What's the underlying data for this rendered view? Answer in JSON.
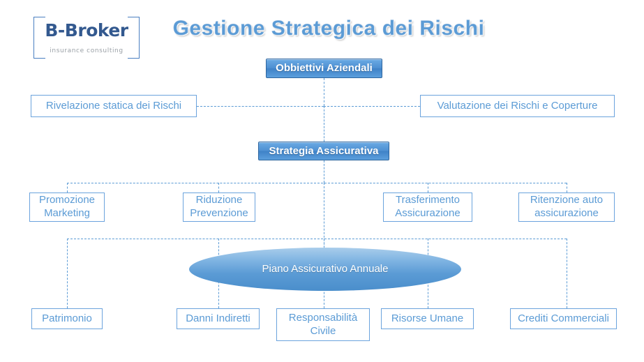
{
  "page": {
    "title": "Gestione Strategica dei Rischi",
    "background": "#ffffff"
  },
  "logo": {
    "wordmark_before": "B-Br",
    "wordmark_dot": "o",
    "wordmark_after": "ker",
    "full_name": "B-Broker",
    "tagline": "insurance consulting",
    "color": "#33598f",
    "bracket_color": "#4a7fc1"
  },
  "colors": {
    "accent": "#5b9bd5",
    "outline_border": "#6ba3dd",
    "filled_border": "#2e659e",
    "connector": "#5b9bd5",
    "text_on_fill": "#ffffff"
  },
  "nodes": {
    "objectives": {
      "label": "Obbiettivi Aziendali",
      "style": "filled"
    },
    "risk_detection": {
      "label": "Rivelazione statica dei Rischi",
      "style": "outline"
    },
    "risk_evaluation": {
      "label": "Valutazione dei Rischi e Coperture",
      "style": "outline"
    },
    "strategy": {
      "label": "Strategia Assicurativa",
      "style": "filled"
    },
    "level3": [
      {
        "line1": "Promozione",
        "line2": "Marketing",
        "style": "outline"
      },
      {
        "line1": "Riduzione",
        "line2": "Prevenzione",
        "style": "outline"
      },
      {
        "line1": "Trasferimento",
        "line2": "Assicurazione",
        "style": "outline"
      },
      {
        "line1": "Ritenzione auto",
        "line2": "assicurazione",
        "style": "outline"
      }
    ],
    "plan": {
      "label": "Piano Assicurativo Annuale",
      "style": "ellipse"
    },
    "level4": [
      {
        "line1": "Patrimonio",
        "line2": "",
        "style": "outline"
      },
      {
        "line1": "Danni Indiretti",
        "line2": "",
        "style": "outline"
      },
      {
        "line1": "Responsabilità",
        "line2": "Civile",
        "style": "outline"
      },
      {
        "line1": "Risorse Umane",
        "line2": "",
        "style": "outline"
      },
      {
        "line1": "Crediti Commerciali",
        "line2": "",
        "style": "outline"
      }
    ]
  }
}
